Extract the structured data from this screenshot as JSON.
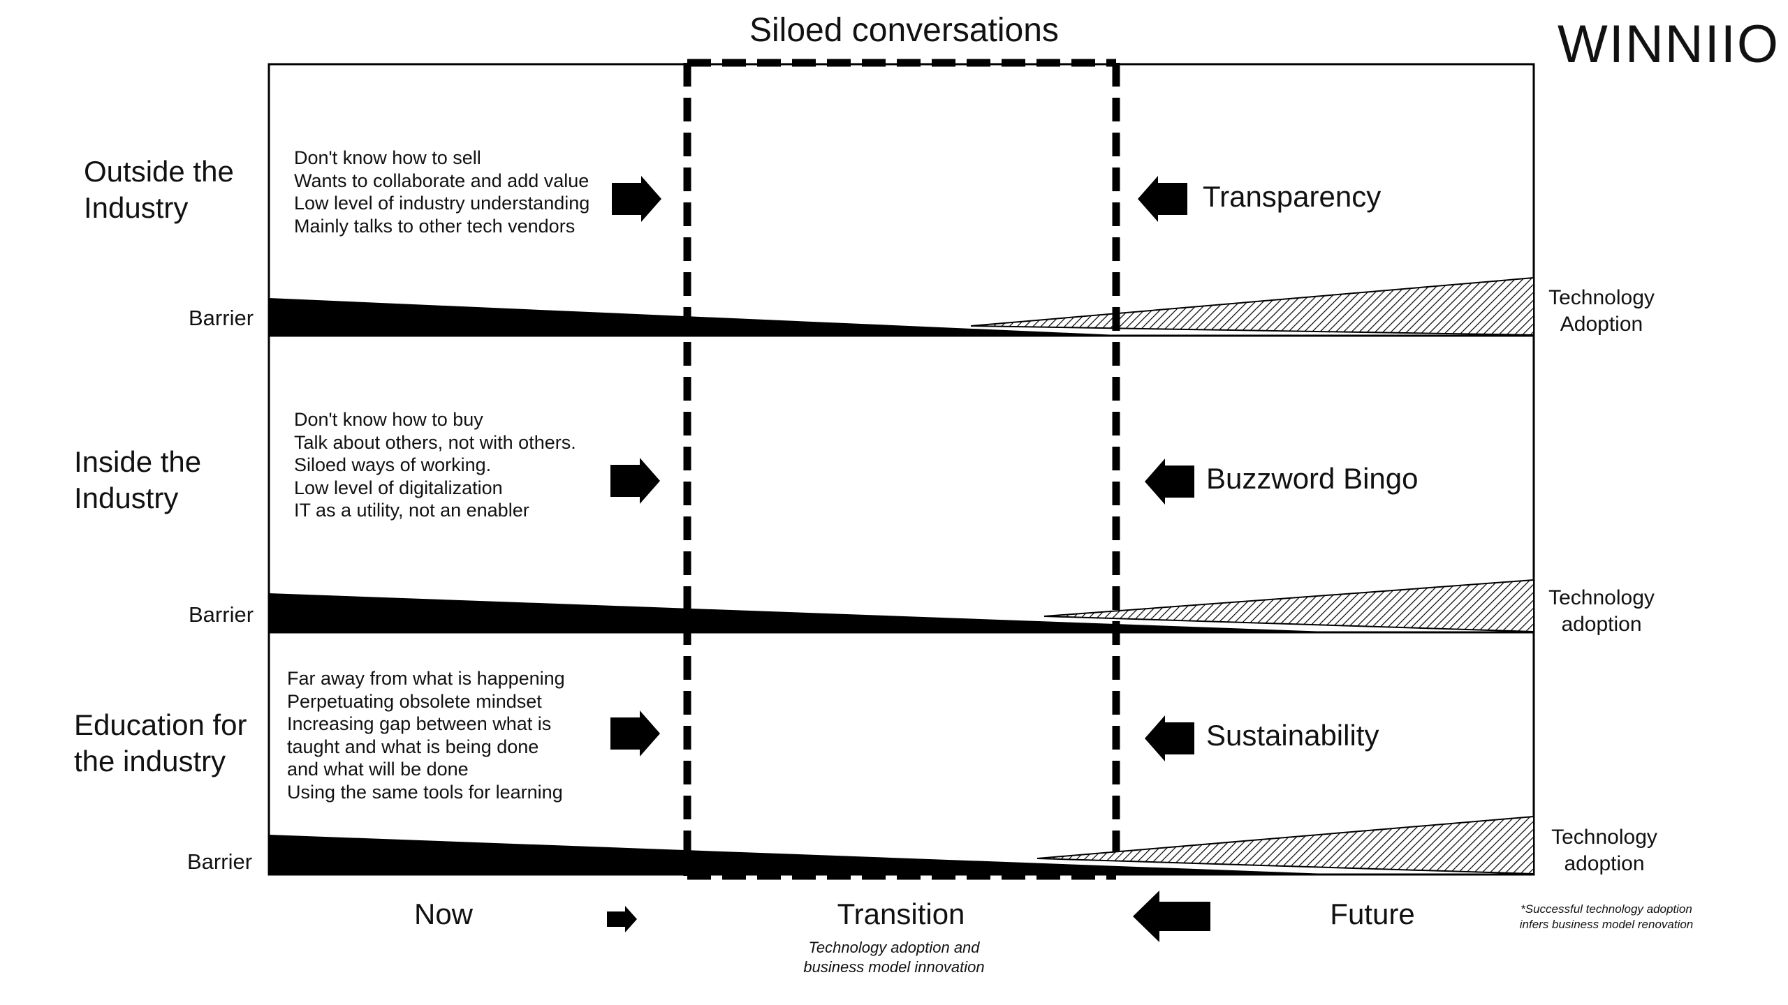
{
  "header": {
    "title": "Siloed conversations",
    "logo": "WINNIIO"
  },
  "rows": [
    {
      "label_line1": "Outside the",
      "label_line2": "Industry",
      "barrier_label": "Barrier",
      "bullets": [
        "Don't know how to sell",
        "Wants to collaborate and add value",
        "Low level of industry understanding",
        "Mainly talks to other tech vendors"
      ],
      "force": "Transparency",
      "tech_line1": "Technology",
      "tech_line2": "Adoption"
    },
    {
      "label_line1": "Inside the",
      "label_line2": "Industry",
      "barrier_label": "Barrier",
      "bullets": [
        "Don't know how to buy",
        "Talk about others, not with others.",
        "Siloed ways of working.",
        "Low level of digitalization",
        "IT as a utility, not an enabler"
      ],
      "force": "Buzzword Bingo",
      "tech_line1": "Technology",
      "tech_line2": "adoption"
    },
    {
      "label_line1": "Education for",
      "label_line2": "the industry",
      "barrier_label": "Barrier",
      "bullets": [
        "Far away from what is happening",
        "Perpetuating obsolete mindset",
        "Increasing gap between what is",
        "taught and what is being done",
        "and what will be done",
        "Using the same tools for learning"
      ],
      "force": "Sustainability",
      "tech_line1": "Technology",
      "tech_line2": "adoption"
    }
  ],
  "phases": {
    "now": "Now",
    "transition": "Transition",
    "future": "Future",
    "transition_note_line1": "Technology adoption and",
    "transition_note_line2": "business model innovation"
  },
  "footnote": {
    "line1": "*Successful technology adoption",
    "line2": "infers business model renovation"
  },
  "colors": {
    "ink": "#000000",
    "background": "#ffffff"
  }
}
